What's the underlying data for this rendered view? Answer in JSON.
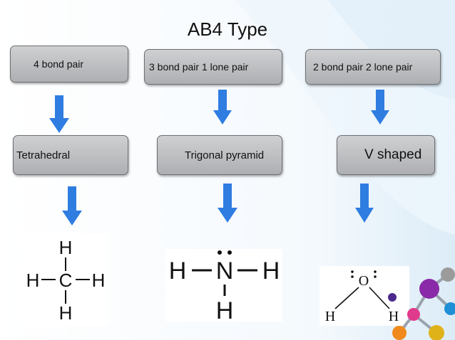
{
  "title": "AB4 Type",
  "columns": [
    {
      "bond_box": "4 bond pair",
      "shape_box": "Tetrahedral"
    },
    {
      "bond_box": "3 bond pair 1 lone pair",
      "shape_box": "Trigonal pyramid"
    },
    {
      "bond_box": "2 bond pair 2 lone pair",
      "shape_box": "V shaped"
    }
  ],
  "structures": {
    "methane": {
      "atom_top": "H",
      "atom_left": "H",
      "atom_center": "C",
      "atom_right": "H",
      "atom_bottom": "H"
    },
    "ammonia": {
      "atom_left": "H",
      "atom_center": "N",
      "atom_right": "H",
      "atom_bottom": "H"
    },
    "water": {
      "atom_center": "O",
      "atom_left": "H",
      "atom_right": "H"
    }
  },
  "colors": {
    "arrow": "#2f7de1",
    "box_fill": "#bfc1c4",
    "background_accent": "#e6f2fa"
  }
}
